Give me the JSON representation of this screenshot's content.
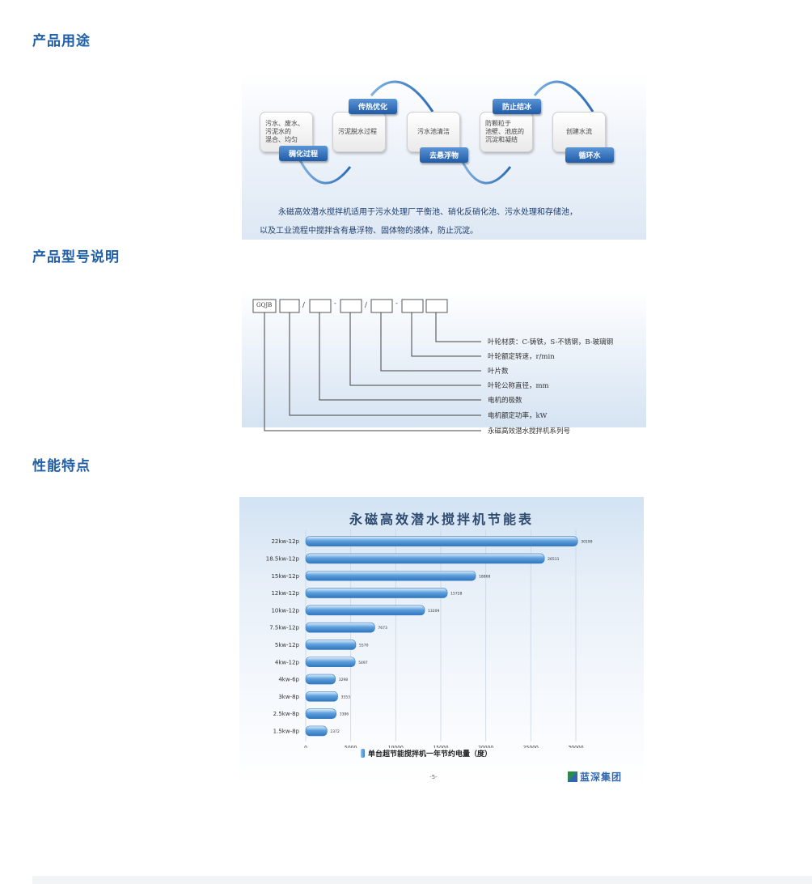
{
  "sections": {
    "usage": "产品用途",
    "model": "产品型号说明",
    "features": "性能特点"
  },
  "usage_panel": {
    "cards": [
      "污水、废水、\n污泥水的\n混合、均匀",
      "污泥脱水过程",
      "污水池清洁",
      "防颗粒于\n池壁、池底的\n沉淀和凝结",
      "创建水流"
    ],
    "tags": [
      "稠化过程",
      "传热优化",
      "去悬浮物",
      "防止结冰",
      "循环水"
    ],
    "text_line1": "永磁高效潜水搅拌机适用于污水处理厂平衡池、硝化反硝化池、污水处理和存储池，",
    "text_line2": "以及工业流程中搅拌含有悬浮物、固体物的液体，防止沉淀。"
  },
  "model_panel": {
    "prefix": "GQJB",
    "separators": [
      "/",
      "-",
      "/",
      "-"
    ],
    "labels": [
      "叶轮材质：C-铸铁，S-不锈钢，B-玻璃钢",
      "叶轮额定转速，r/min",
      "叶片数",
      "叶轮公称直径，mm",
      "电机的极数",
      "电机额定功率，kW",
      "永磁高效潜水搅拌机系列号"
    ]
  },
  "chart_data": {
    "type": "bar",
    "orientation": "horizontal",
    "title": "永磁高效潜水搅拌机节能表",
    "categories": [
      "22kw-12p",
      "18.5kw-12p",
      "15kw-12p",
      "12kw-12p",
      "10kw-12p",
      "7.5kw-12p",
      "5kw-12p",
      "4kw-12p",
      "4kw-6p",
      "3kw-8p",
      "2.5kw-8p",
      "1.5kw-8p"
    ],
    "series": [
      {
        "name": "单台超节能搅拌机一年节约电量（度）",
        "values": [
          30199,
          26511,
          18868,
          15728,
          13209,
          7673,
          5570,
          5497,
          3298,
          3553,
          3386,
          2372
        ]
      }
    ],
    "xlim": [
      0,
      30000
    ],
    "xticks": [
      0,
      5000,
      10000,
      15000,
      20000,
      25000,
      30000
    ],
    "grid": true,
    "legend": "bottom",
    "bar_color": "#5fa0dd"
  },
  "page_number": "-5-",
  "logo_text": "蓝深集团"
}
